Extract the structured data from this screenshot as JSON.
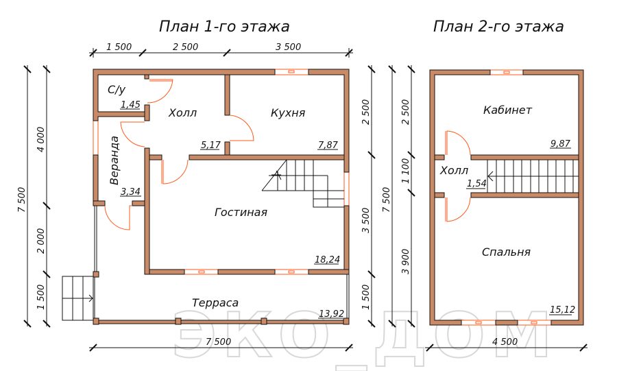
{
  "plans": [
    {
      "title": "План 1-го этажа",
      "rooms": [
        {
          "name": "С/у",
          "area": "1,45"
        },
        {
          "name": "Холл",
          "area": "5,17"
        },
        {
          "name": "Кухня",
          "area": "7,87"
        },
        {
          "name": "Веранда",
          "area": "3,34"
        },
        {
          "name": "Гостиная",
          "area": "18,24"
        },
        {
          "name": "Терраса",
          "area": "13,92"
        }
      ],
      "dims_top": [
        "1 500",
        "2 500",
        "3 500"
      ],
      "dim_bottom": "7 500",
      "dims_left_total": "7 500",
      "dims_left": [
        "4 000",
        "2 000",
        "1 500"
      ],
      "dims_right": [
        "2 500",
        "3 500",
        "1 500"
      ]
    },
    {
      "title": "План 2-го этажа",
      "rooms": [
        {
          "name": "Кабинет",
          "area": "9,87"
        },
        {
          "name": "Холл",
          "area": "1,54"
        },
        {
          "name": "Спальня",
          "area": "15,12"
        }
      ],
      "dims_total": "7 500",
      "dims_left": [
        "2 500",
        "1 100",
        "3 900"
      ],
      "dim_bottom": "4 500"
    }
  ],
  "watermark": "ЭКО_ДОМ",
  "colors": {
    "wall": "#c98a68",
    "opening": "#ff5a1a",
    "line": "#111111"
  }
}
